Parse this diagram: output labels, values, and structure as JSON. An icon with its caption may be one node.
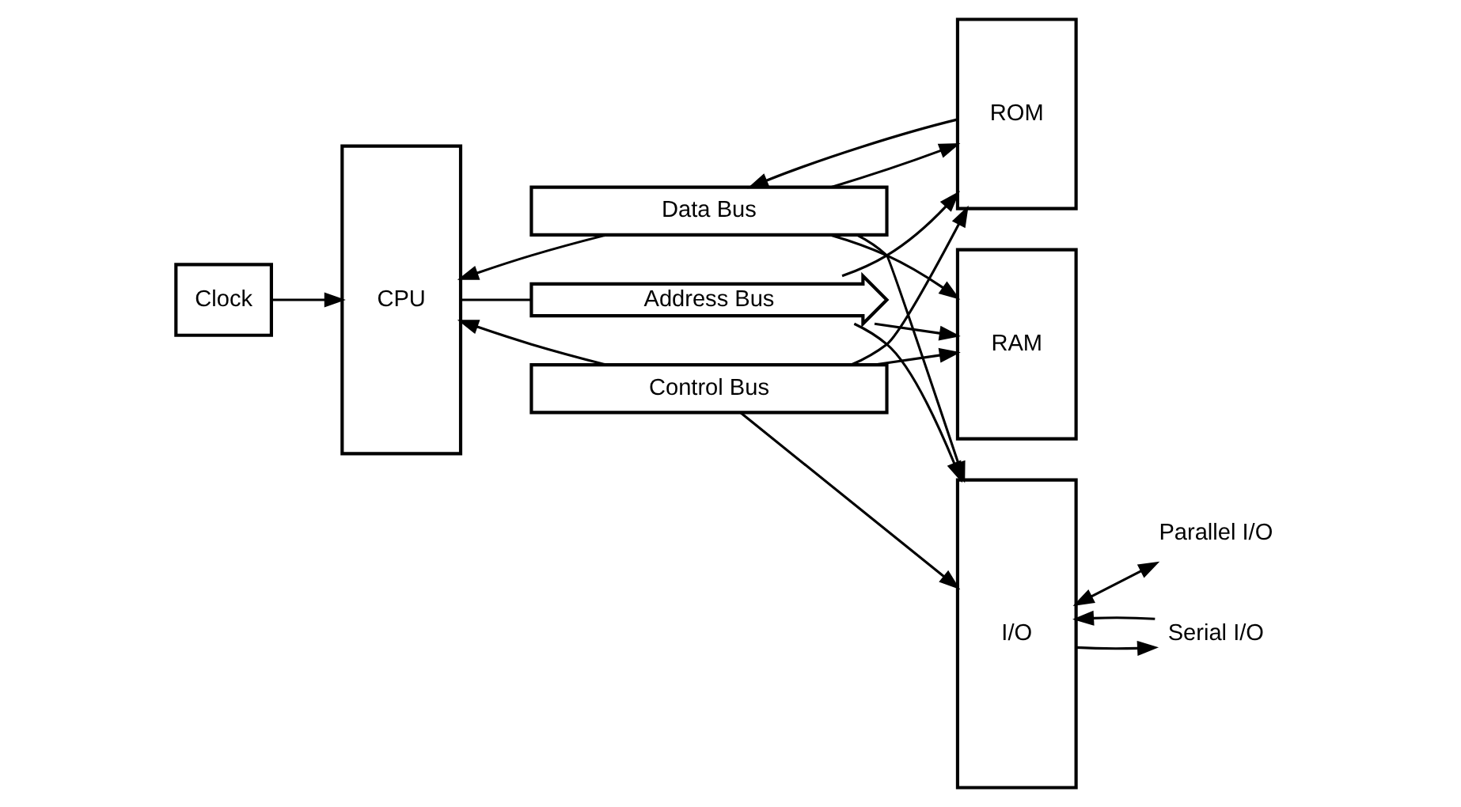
{
  "diagram": {
    "nodes": [
      {
        "text": [
          "CPU"
        ]
      },
      {
        "text": [
          "Address Bus"
        ]
      },
      {
        "text": [
          "ROM"
        ]
      },
      {
        "text": [
          "RAM"
        ]
      },
      {
        "text": [
          "I/O"
        ]
      },
      {
        "text": [
          "Parallel I/O"
        ]
      },
      {
        "text": [
          "Data Bus"
        ]
      },
      {
        "text": [
          "Control Bus"
        ]
      },
      {
        "text": [
          "Clock"
        ]
      },
      {
        "text": [
          "Serial I/O"
        ]
      }
    ],
    "edges": [
      {
        "from": 8,
        "to": 0,
        "arrow": "to"
      },
      {
        "from": 0,
        "to": 1,
        "arrow": "none"
      },
      {
        "from": 1,
        "to": 4,
        "arrow": "to"
      },
      {
        "from": 1,
        "to": 2,
        "arrow": "to"
      },
      {
        "from": 1,
        "to": 3,
        "arrow": "to"
      },
      {
        "from": 2,
        "to": 6,
        "arrow": "to"
      },
      {
        "from": 6,
        "to": 2,
        "arrow": "to"
      },
      {
        "from": 6,
        "to": 3,
        "arrow": "to"
      },
      {
        "from": 7,
        "to": 2,
        "arrow": "to"
      },
      {
        "from": 7,
        "to": 3,
        "arrow": "to"
      },
      {
        "from": 6,
        "to": 0,
        "arrow": "to"
      },
      {
        "from": 6,
        "to": 4,
        "arrow": "to"
      },
      {
        "from": 7,
        "to": 0,
        "arrow": "to"
      },
      {
        "from": 7,
        "to": 4,
        "arrow": "to"
      },
      {
        "from": 4,
        "to": 5,
        "arrow": "both"
      },
      {
        "from": 4,
        "to": 9,
        "arrow": "to"
      },
      {
        "from": 9,
        "to": 4,
        "arrow": "to"
      }
    ]
  }
}
